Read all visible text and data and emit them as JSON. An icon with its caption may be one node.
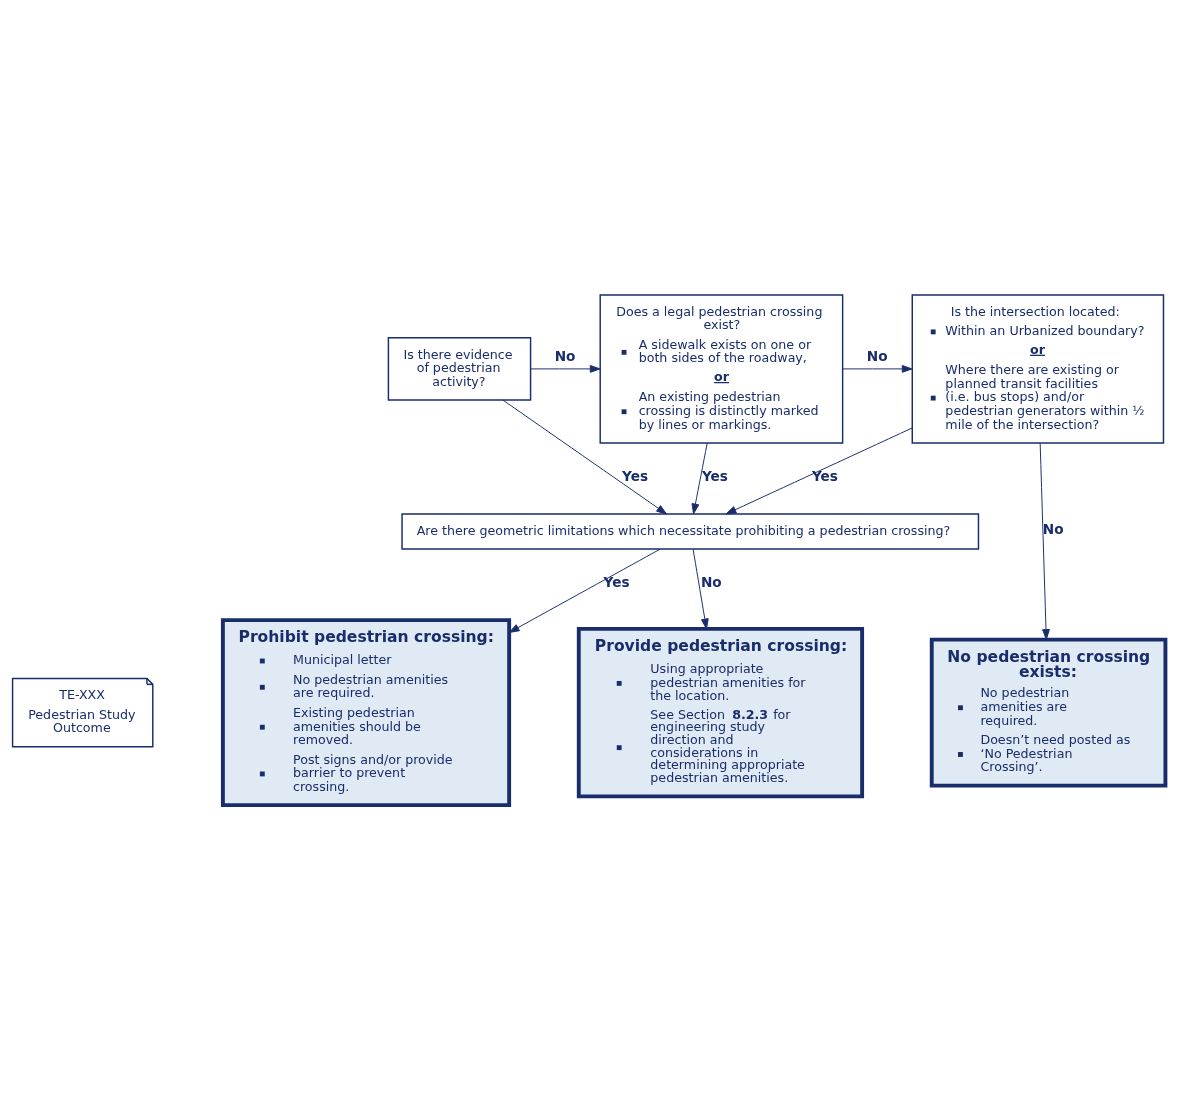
{
  "diagram": {
    "nodes": [
      {
        "text": [
          "Is there evidence of pedestrian activity?"
        ]
      },
      {
        "text": [
          "Does a legal pedestrian crossing exist?",
          "A sidewalk exists on one or both sides of the roadway,",
          "or",
          "An existing pedestrian crossing is distinctly marked by lines or markings."
        ]
      },
      {
        "text": [
          "Is the intersection located:",
          "Within an Urbanized boundary?",
          "or",
          "Where there are existing or planned transit facilities (i.e. bus stops) and/or pedestrian generators within ½ mile of the intersection?"
        ]
      },
      {
        "text": [
          "Are there geometric limitations which necessitate prohibiting a pedestrian crossing?"
        ]
      },
      {
        "text": [
          "TE-XXX",
          "Pedestrian Study Outcome"
        ]
      },
      {
        "text": [
          "Prohibit pedestrian crossing:",
          "Municipal letter",
          "No pedestrian amenities are required.",
          "Existing pedestrian amenities should be removed.",
          "Post signs and/or provide barrier to prevent crossing."
        ]
      },
      {
        "text": [
          "Provide pedestrian crossing:",
          "Using appropriate pedestrian amenities for the location.",
          "See Section **8.2.3** for engineering study direction and considerations in determining appropriate pedestrian amenities."
        ]
      },
      {
        "text": [
          "No pedestrian crossing exists:",
          "No pedestrian amenities are required.",
          "Doesn’t need posted as ‘No Pedestrian Crossing’."
        ]
      }
    ],
    "edges": [
      {
        "from": 0,
        "to": 1,
        "arrow": "to",
        "label": "No"
      },
      {
        "from": 0,
        "to": 3,
        "arrow": "to",
        "label": "Yes"
      },
      {
        "from": 1,
        "to": 2,
        "arrow": "to",
        "label": "No"
      },
      {
        "from": 1,
        "to": 3,
        "arrow": "to",
        "label": "Yes"
      },
      {
        "from": 2,
        "to": 3,
        "arrow": "to",
        "label": "Yes"
      },
      {
        "from": 2,
        "to": 7,
        "arrow": "to",
        "label": "No"
      },
      {
        "from": 3,
        "to": 5,
        "arrow": "to",
        "label": "Yes"
      },
      {
        "from": 3,
        "to": 6,
        "arrow": "to",
        "label": "No"
      }
    ]
  }
}
